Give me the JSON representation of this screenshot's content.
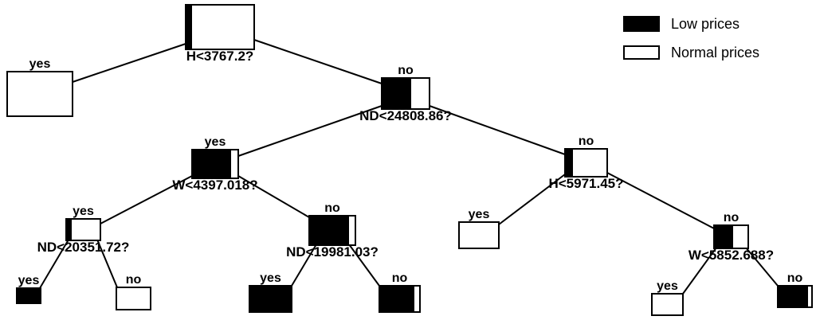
{
  "legend": {
    "items": [
      {
        "label": "Low prices",
        "color": "#000000"
      },
      {
        "label": "Normal prices",
        "color": "#ffffff"
      }
    ]
  },
  "tree": {
    "nodes": [
      {
        "split": "H<3767.2?",
        "black_fraction": 0.08
      },
      {
        "branch": "yes",
        "black_fraction": 0
      },
      {
        "branch": "no",
        "split": "ND<24808.86?",
        "black_fraction": 0.62
      },
      {
        "branch": "yes",
        "split": "W<4397.018?",
        "black_fraction": 0.85
      },
      {
        "branch": "no",
        "split": "H<5971.45?",
        "black_fraction": 0.17
      },
      {
        "branch": "yes",
        "split": "ND<20351.72?",
        "black_fraction": 0.15
      },
      {
        "branch": "no",
        "split": "ND<19981.03?",
        "black_fraction": 0.88
      },
      {
        "branch": "yes",
        "black_fraction": 1
      },
      {
        "branch": "no",
        "black_fraction": 0
      },
      {
        "branch": "yes",
        "black_fraction": 1
      },
      {
        "branch": "no",
        "black_fraction": 0.88
      },
      {
        "branch": "yes",
        "black_fraction": 0
      },
      {
        "branch": "no",
        "split": "W<5852.688?",
        "black_fraction": 0.55
      },
      {
        "branch": "yes",
        "black_fraction": 0
      },
      {
        "branch": "no",
        "black_fraction": 0.9
      }
    ]
  }
}
